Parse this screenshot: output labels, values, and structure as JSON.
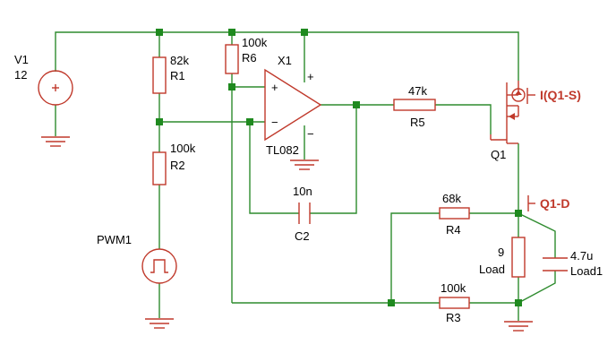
{
  "colors": {
    "wire": "#2e8b2e",
    "component": "#c0392b",
    "node": "#1f8a1f",
    "text": "#000000"
  },
  "components": {
    "v1": {
      "name": "V1",
      "value": "12"
    },
    "r1": {
      "name": "R1",
      "value": "82k"
    },
    "r2": {
      "name": "R2",
      "value": "100k"
    },
    "r3": {
      "name": "R3",
      "value": "100k"
    },
    "r4": {
      "name": "R4",
      "value": "68k"
    },
    "r5": {
      "name": "R5",
      "value": "47k"
    },
    "r6": {
      "name": "R6",
      "value": "100k"
    },
    "c2": {
      "name": "C2",
      "value": "10n"
    },
    "x1": {
      "name": "X1",
      "part": "TL082",
      "plus": "+",
      "minus": "−"
    },
    "q1": {
      "name": "Q1"
    },
    "pwm1": {
      "name": "PWM1"
    },
    "load": {
      "name": "Load",
      "value": "9"
    },
    "load1": {
      "name": "Load1",
      "value": "4.7u"
    }
  },
  "probes": {
    "current": "I(Q1-S)",
    "drain": "Q1-D"
  }
}
